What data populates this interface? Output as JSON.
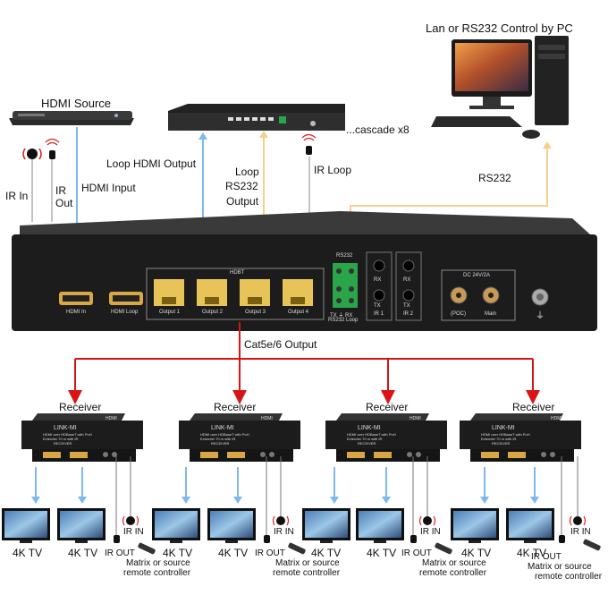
{
  "labels": {
    "pc_title": "Lan or RS232 Control by PC",
    "hdmi_source": "HDMI Source",
    "ir_in": "IR In",
    "ir_out_1": "IR",
    "ir_out_2": "Out",
    "hdmi_input": "HDMI Input",
    "loop_hdmi_output": "Loop HDMI Output",
    "cascade": "...cascade x8",
    "loop_rs232_1": "Loop",
    "loop_rs232_2": "RS232",
    "loop_rs232_3": "Output",
    "ir_loop": "IR Loop",
    "rs232": "RS232",
    "cat_output": "Cat5e/6 Output",
    "receiver": "Receiver",
    "tv": "4K TV",
    "ir_in_small": "IR IN",
    "ir_out_small": "IR OUT",
    "remote_1": "Matrix or source",
    "remote_2": "remote controller"
  },
  "panel": {
    "hdmi_in": "HDMI In",
    "hdmi_loop": "HDMI Loop",
    "hdbt": "HDBT",
    "outputs": [
      "Output 1",
      "Output 2",
      "Output 3",
      "Output 4"
    ],
    "rs232_top": "RS232",
    "rs232_bottom_1": "TX  ⏚  RX",
    "rs232_bottom_2": "RS232 Loop",
    "rx": "RX",
    "tx": "TX",
    "ir1": "IR 1",
    "ir2": "IR 2",
    "dc": "DC 24V/2A",
    "poc": "(POC)",
    "main": "Main"
  },
  "receiver_box": {
    "brand": "LINK-MI",
    "hdmi_logo": "HDMI",
    "caption_1": "HDMI over HDBaseT with PoH",
    "caption_2": "Extender 70 m with IR",
    "model": "RECEIVER"
  },
  "colors": {
    "hdmi_line": "#7fb8ec",
    "rs232_line": "#f6cf8f",
    "cat_line": "#d91414",
    "device": "#1c1c1c",
    "port_yellow": "#e8c458",
    "terminal_green": "#2aa549"
  },
  "icons": [
    "hdmi-source-player",
    "ir-receiver-icon",
    "ir-emitter-icon",
    "matrix-switch-icon",
    "pc-icon",
    "tv-icon",
    "remote-icon"
  ]
}
